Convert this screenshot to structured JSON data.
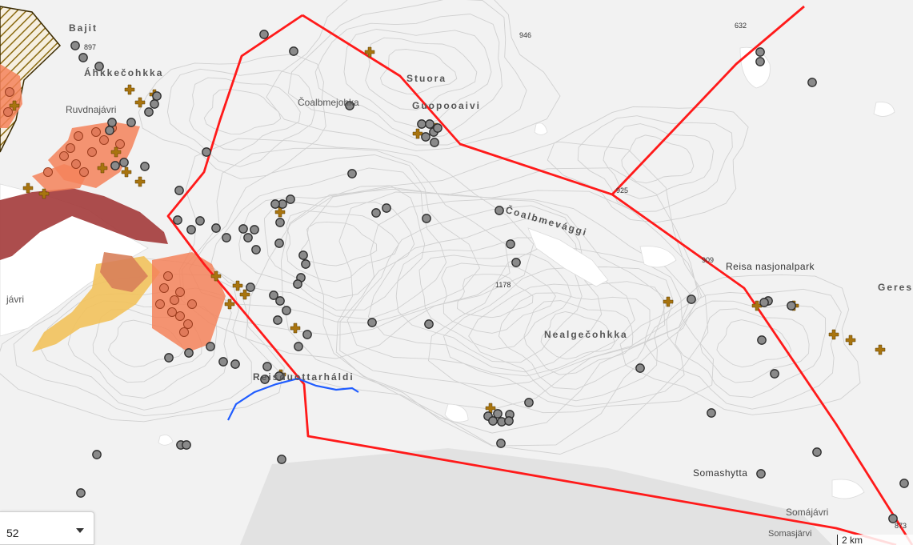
{
  "map": {
    "place_labels": [
      {
        "id": "bajit",
        "text": "Bajit",
        "style": "spaced"
      },
      {
        "id": "ahkkecohkka",
        "text": "Áhkkečohkka",
        "style": "spaced"
      },
      {
        "id": "ruvdnajavri",
        "text": "Ruvdnajávri",
        "style": "lake"
      },
      {
        "id": "coalbmejohka",
        "text": "Čoalbmejohka",
        "style": "plain"
      },
      {
        "id": "stuora",
        "text": "Stuora",
        "style": "spaced"
      },
      {
        "id": "guopooaivi",
        "text": "Guopooaivi",
        "style": "spaced"
      },
      {
        "id": "coalbmevaggi",
        "text": "Čoalbmevággi",
        "style": "spaced"
      },
      {
        "id": "reisa",
        "text": "Reisa nasjonalpark",
        "style": "park"
      },
      {
        "id": "geres",
        "text": "Geres",
        "style": "spaced"
      },
      {
        "id": "javri",
        "text": "jávri",
        "style": "lake"
      },
      {
        "id": "nealgecohkka",
        "text": "Nealgečohkka",
        "style": "spaced"
      },
      {
        "id": "reisduottar",
        "text": "Reisduottarháldi",
        "style": "spaced"
      },
      {
        "id": "somashytta",
        "text": "Somashytta",
        "style": "park"
      },
      {
        "id": "somajavri",
        "text": "Somájávri",
        "style": "lake"
      },
      {
        "id": "somasjarvi",
        "text": "Somasjärvi",
        "style": "plain"
      }
    ],
    "elevation_labels": [
      {
        "id": "e897",
        "text": "897"
      },
      {
        "id": "e946",
        "text": "946"
      },
      {
        "id": "e632",
        "text": "632"
      },
      {
        "id": "e925",
        "text": "925"
      },
      {
        "id": "e909",
        "text": "909"
      },
      {
        "id": "e1178",
        "text": "1178"
      },
      {
        "id": "e873",
        "text": "873"
      }
    ],
    "colors": {
      "background": "#f2f2f2",
      "contour": "#d0d0d0",
      "lake": "#ffffff",
      "boundary": "#ff1a1a",
      "river": "#1f5cff",
      "poi_fill": "#8a8a8a",
      "poi_stroke": "#2b2b2b",
      "cross": "#a8740f",
      "orange_area": "#f4825a",
      "dark_red_area": "#a33a3a",
      "yellow_area": "#f2c25c",
      "hatch": "#8a6a10"
    },
    "icons": {
      "poi": "circle-marker-icon",
      "cultural_site": "cross-marker-icon"
    }
  },
  "controls": {
    "zoom_select": {
      "value": "52"
    },
    "scale": {
      "label": "2 km"
    }
  }
}
